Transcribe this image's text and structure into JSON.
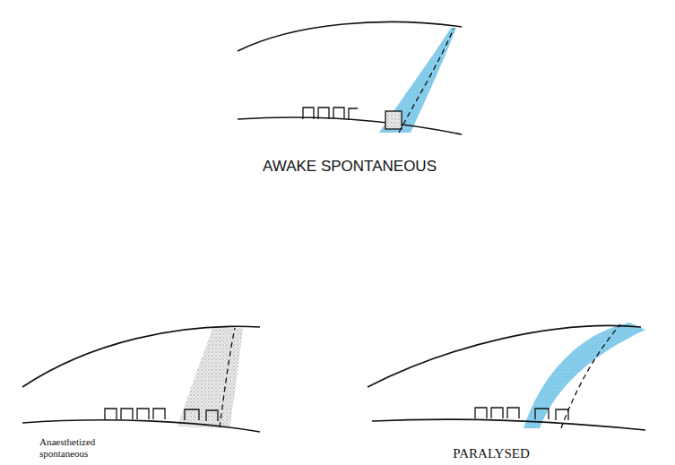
{
  "diagram": {
    "labels": [
      "AWAKE SPONTANEOUS",
      "Anaesthetized spontaneous",
      "PARALYSED"
    ]
  }
}
